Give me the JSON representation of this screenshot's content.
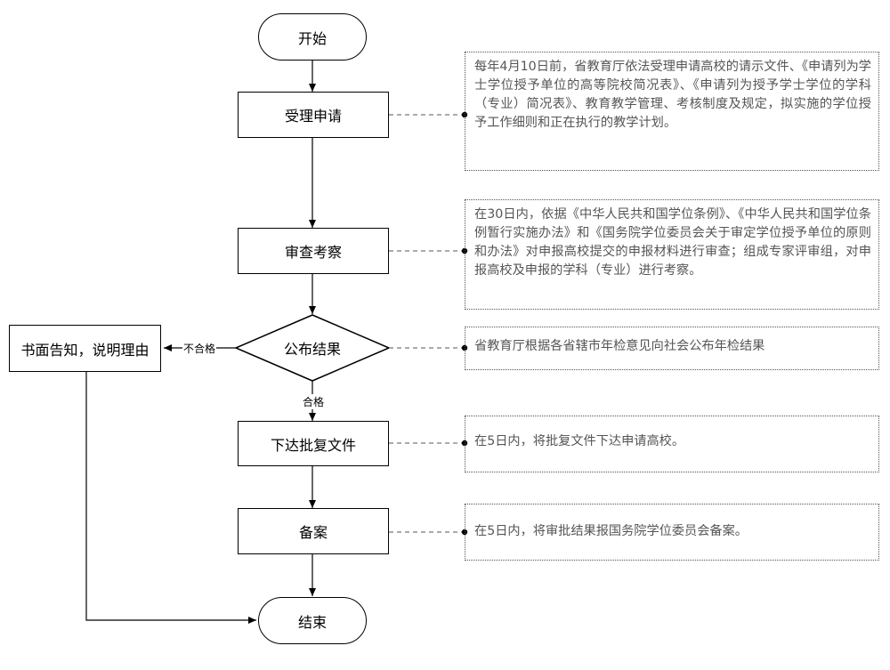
{
  "nodes": {
    "start": "开始",
    "accept": "受理申请",
    "review": "审查考察",
    "announce": "公布结果",
    "issue": "下达批复文件",
    "file": "备案",
    "end": "结束",
    "notify": "书面告知，说明理由"
  },
  "edge_labels": {
    "fail": "不合格",
    "pass": "合格"
  },
  "notes": {
    "accept": "每年4月10日前，省教育厅依法受理申请高校的请示文件、《申请列为学士学位授予单位的高等院校简况表》、《申请列为授予学士学位的学科（专业）简况表》、教育教学管理、考核制度及规定，拟实施的学位授予工作细则和正在执行的教学计划。",
    "review": "在30日内，依据《中华人民共和国学位条例》、《中华人民共和国学位条例暂行实施办法》和《国务院学位委员会关于审定学位授予单位的原则和办法》对申报高校提交的申报材料进行审查；组成专家评审组，对申报高校及申报的学科（专业）进行考察。",
    "announce": "省教育厅根据各省辖市年检意见向社会公布年检结果",
    "issue": "在5日内，将批复文件下达申请高校。",
    "file": "在5日内，将审批结果报国务院学位委员会备案。"
  },
  "colors": {
    "line": "#000000",
    "dashed_connector": "#555555",
    "note_text": "#555555",
    "note_border": "#555555"
  }
}
